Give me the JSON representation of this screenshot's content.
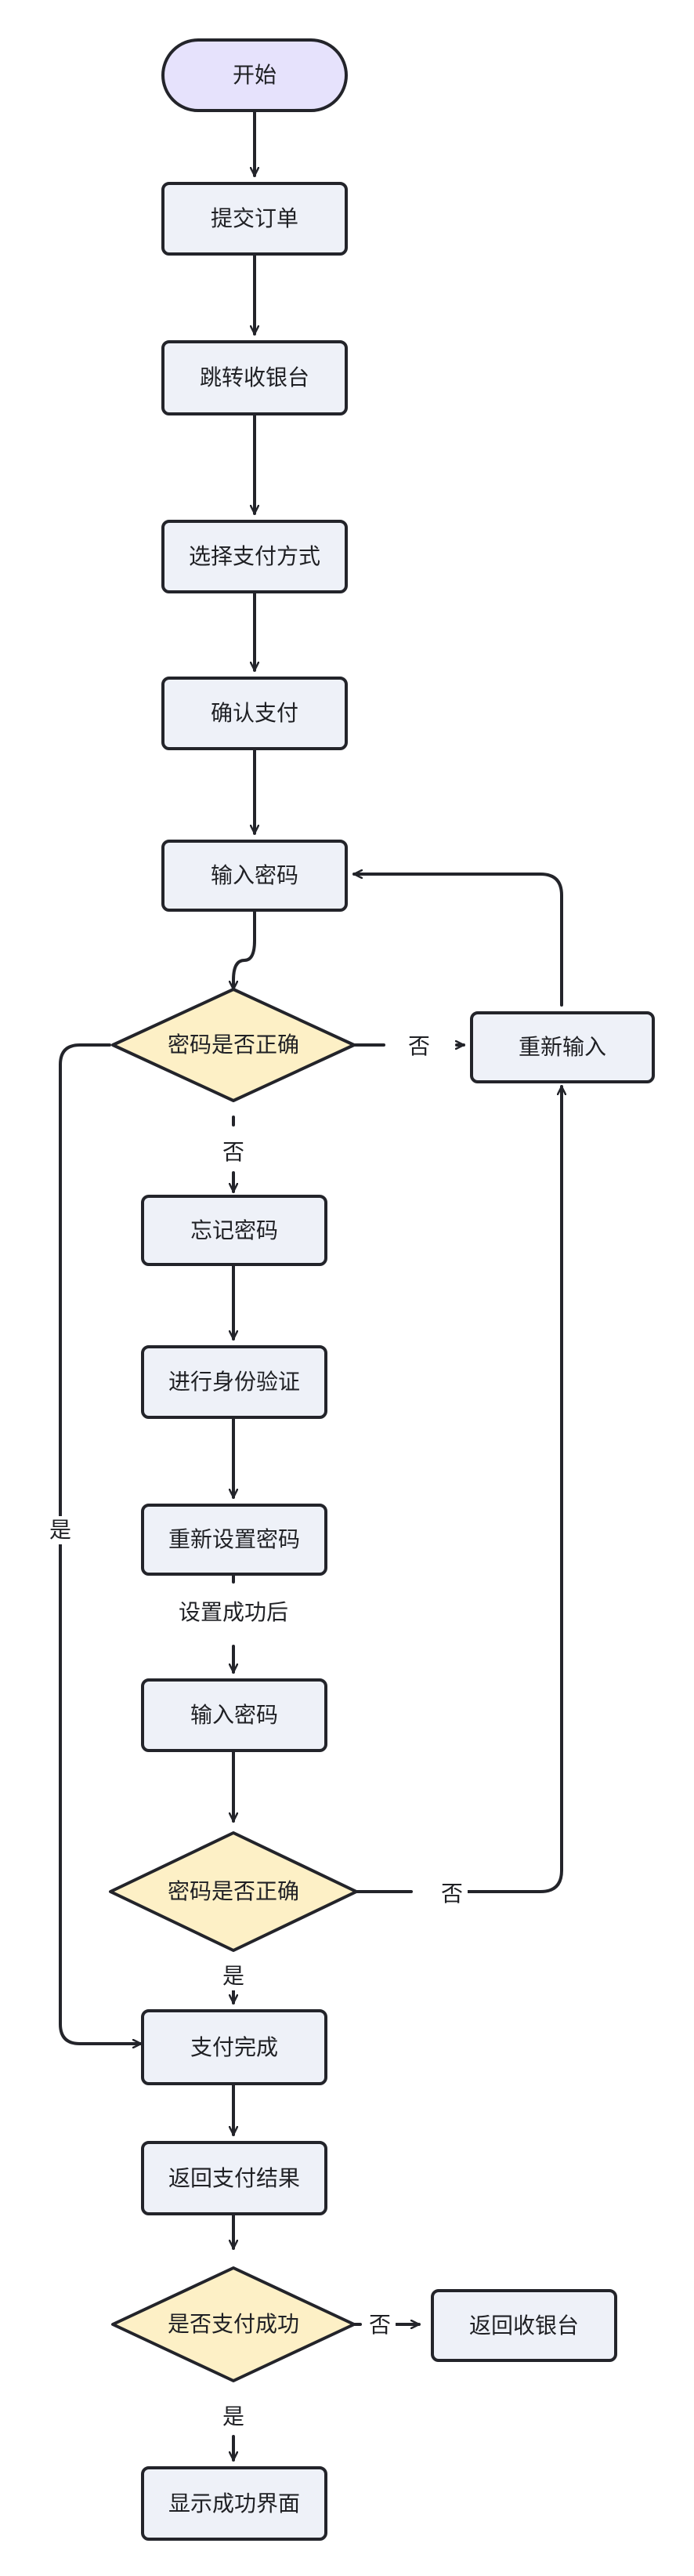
{
  "nodes": {
    "start": "开始",
    "submit_order": "提交订单",
    "goto_cashier": "跳转收银台",
    "choose_payment": "选择支付方式",
    "confirm_payment": "确认支付",
    "enter_password_1": "输入密码",
    "password_correct_1": "密码是否正确",
    "reenter": "重新输入",
    "forgot_password": "忘记密码",
    "verify_identity": "进行身份验证",
    "reset_password": "重新设置密码",
    "enter_password_2": "输入密码",
    "password_correct_2": "密码是否正确",
    "payment_done": "支付完成",
    "return_result": "返回支付结果",
    "payment_success": "是否支付成功",
    "return_cashier": "返回收银台",
    "show_success": "显示成功界面"
  },
  "edge_labels": {
    "d1_no_right": "否",
    "d1_no_down": "否",
    "d1_yes": "是",
    "after_reset": "设置成功后",
    "d2_no": "否",
    "d2_yes": "是",
    "d3_no": "否",
    "d3_yes": "是"
  },
  "colors": {
    "process_fill": "#eef1f8",
    "start_fill": "#e6e2fc",
    "decision_fill": "#fdf0c6",
    "stroke": "#23242a"
  }
}
